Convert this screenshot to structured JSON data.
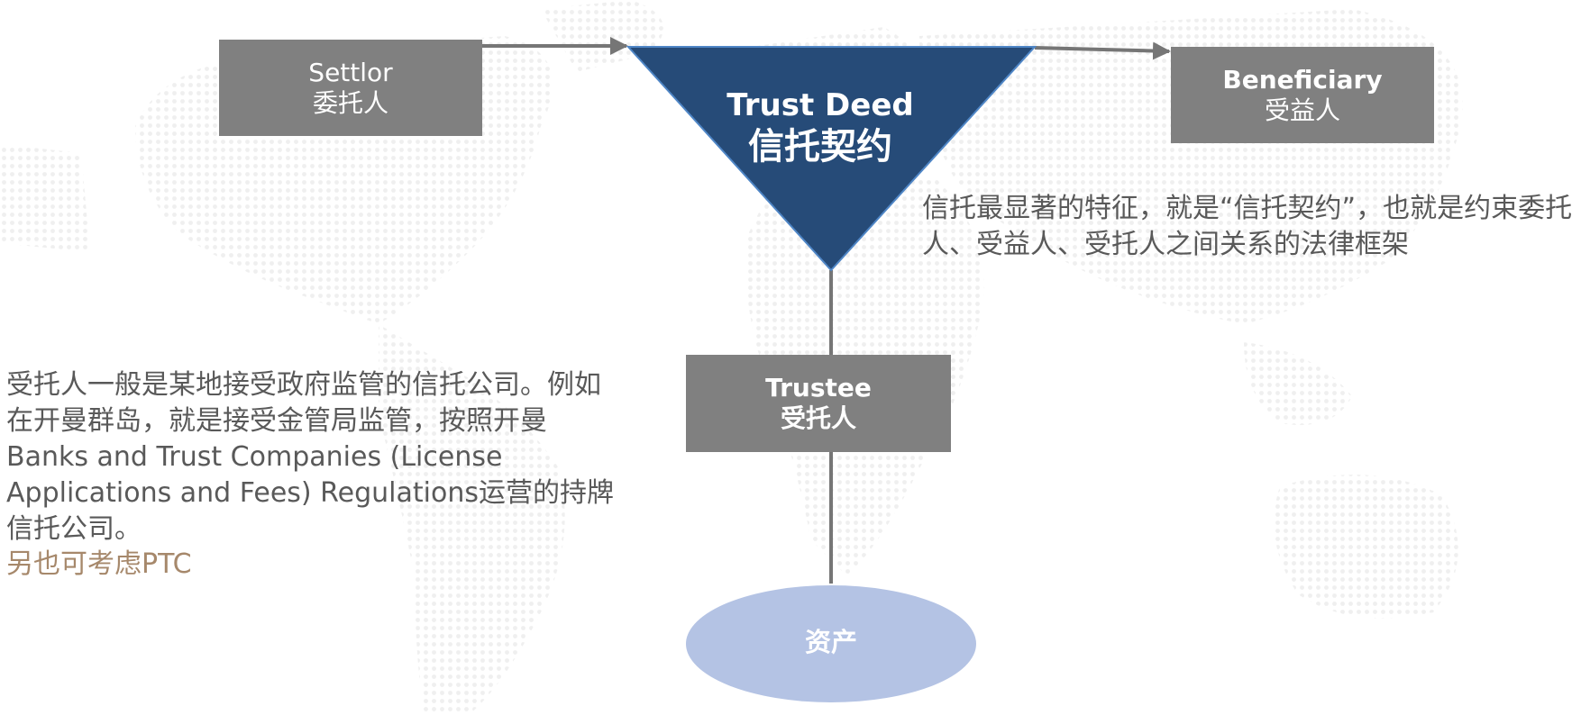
{
  "colors": {
    "box_fill": "#808080",
    "deed_fill": "#264b78",
    "deed_stroke": "#4f86c6",
    "asset_fill": "#b4c3e4",
    "connector": "#767676",
    "body_text": "#595959",
    "accent_text": "#a6886b",
    "map_dots": "#efefef"
  },
  "settlor": {
    "en": "Settlor",
    "zh": "委托人"
  },
  "beneficiary": {
    "en": "Beneficiary",
    "zh": "受益人"
  },
  "trust_deed": {
    "en": "Trust Deed",
    "zh": "信托契约"
  },
  "trustee": {
    "en": "Trustee",
    "zh": "受托人"
  },
  "asset": {
    "label": "资产"
  },
  "note_right": {
    "text": "信托最显著的特征，就是“信托契约”，也就是约束委托人、受益人、受托人之间关系的法律框架"
  },
  "note_left": {
    "lines": [
      "受托人一般是某地接受政府监管的信托公司。例如",
      "在开曼群岛，就是接受金管局监管，按照开曼",
      "Banks and Trust Companies (License",
      "Applications and Fees) Regulations运营的持牌",
      "信托公司。"
    ],
    "accent": "另也可考虑PTC"
  }
}
